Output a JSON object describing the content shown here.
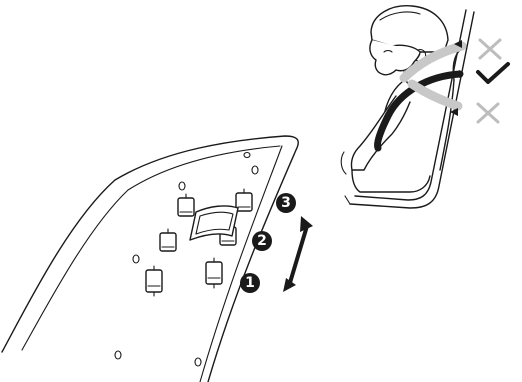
{
  "step_badges": [
    {
      "number": "3"
    },
    {
      "number": "2"
    },
    {
      "number": "1"
    }
  ],
  "height_marks": [
    {
      "position": "upper",
      "state": "incorrect",
      "icon": "cross-icon",
      "color": "#bdbdbd"
    },
    {
      "position": "middle",
      "state": "correct",
      "icon": "check-icon",
      "color": "#1a1a1a"
    },
    {
      "position": "lower",
      "state": "incorrect",
      "icon": "cross-icon",
      "color": "#bdbdbd"
    }
  ],
  "colors": {
    "ink": "#1a1a1a",
    "correct_strap": "#1a1a1a",
    "incorrect_strap": "#c8c8c8",
    "incorrect_mark": "#bdbdbd",
    "background": "#ffffff"
  }
}
